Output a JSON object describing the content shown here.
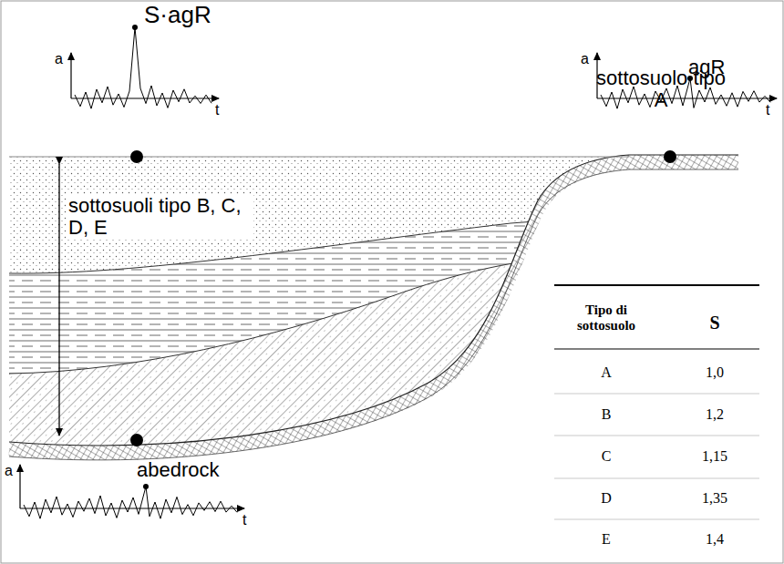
{
  "diagram": {
    "labels": [
      "S·agR",
      "a",
      "t",
      "agR",
      "a",
      "t",
      "sottosuoli tipo B, C, D, E",
      "sottosuolo tipo A",
      "Tipo di sottosuolo",
      "S",
      "A",
      "1,0",
      "B",
      "1,2",
      "C",
      "1,15",
      "D",
      "1,35",
      "E",
      "1,4",
      "abedrock",
      "a",
      "t"
    ]
  }
}
